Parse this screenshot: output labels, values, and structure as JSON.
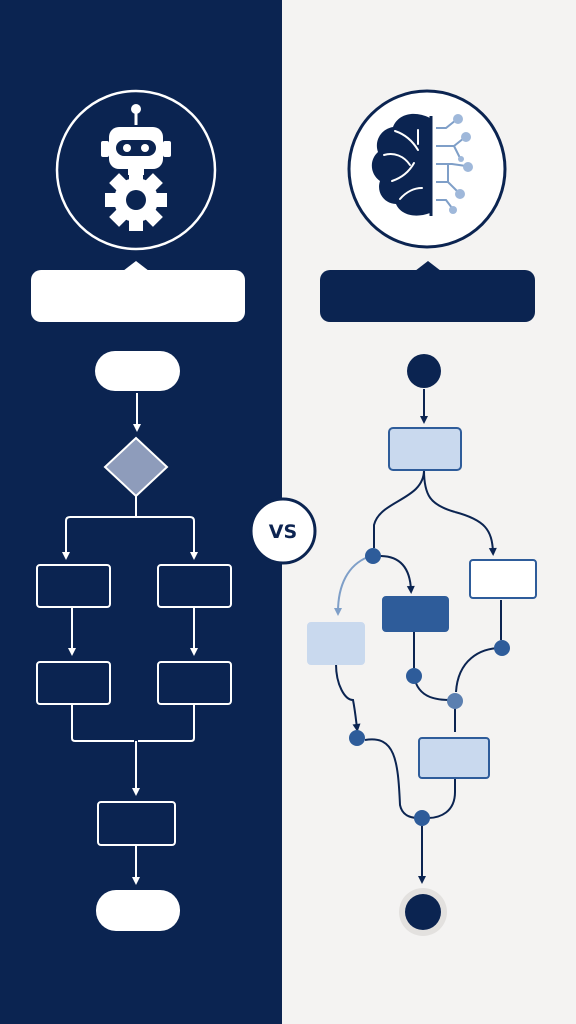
{
  "colors": {
    "left_bg": "#0b2451",
    "right_bg": "#f4f3f2",
    "navy": "#0b2451",
    "mid_blue": "#2e5c9a",
    "light_blue": "#c9d9ee",
    "steel_blue": "#7f9fc8",
    "white": "#ffffff"
  },
  "center_badge": {
    "label": "VS"
  },
  "left_panel": {
    "icon": "robot-gear-icon",
    "banner_text": "",
    "flowchart": {
      "start": "terminal-rounded",
      "decision": "diamond",
      "branches": 2,
      "steps_per_branch": 2,
      "merge_step": "rectangle",
      "end": "terminal-rounded"
    }
  },
  "right_panel": {
    "icon": "brain-network-icon",
    "banner_text": "",
    "flowchart": {
      "start": "circle",
      "end": "circle-with-halo",
      "style": "branching-network"
    }
  }
}
